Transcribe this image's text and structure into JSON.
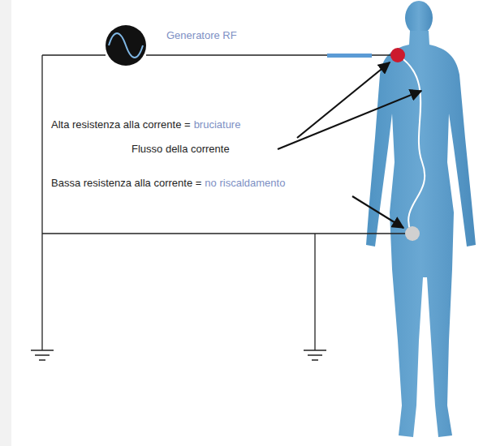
{
  "diagram": {
    "labels": [
      "Generatore RF",
      "Alta resistenza alla corrente =",
      "bruciature",
      "Flusso della corrente",
      "Bassa resistenza alla corrente =",
      "no riscaldamento"
    ]
  }
}
